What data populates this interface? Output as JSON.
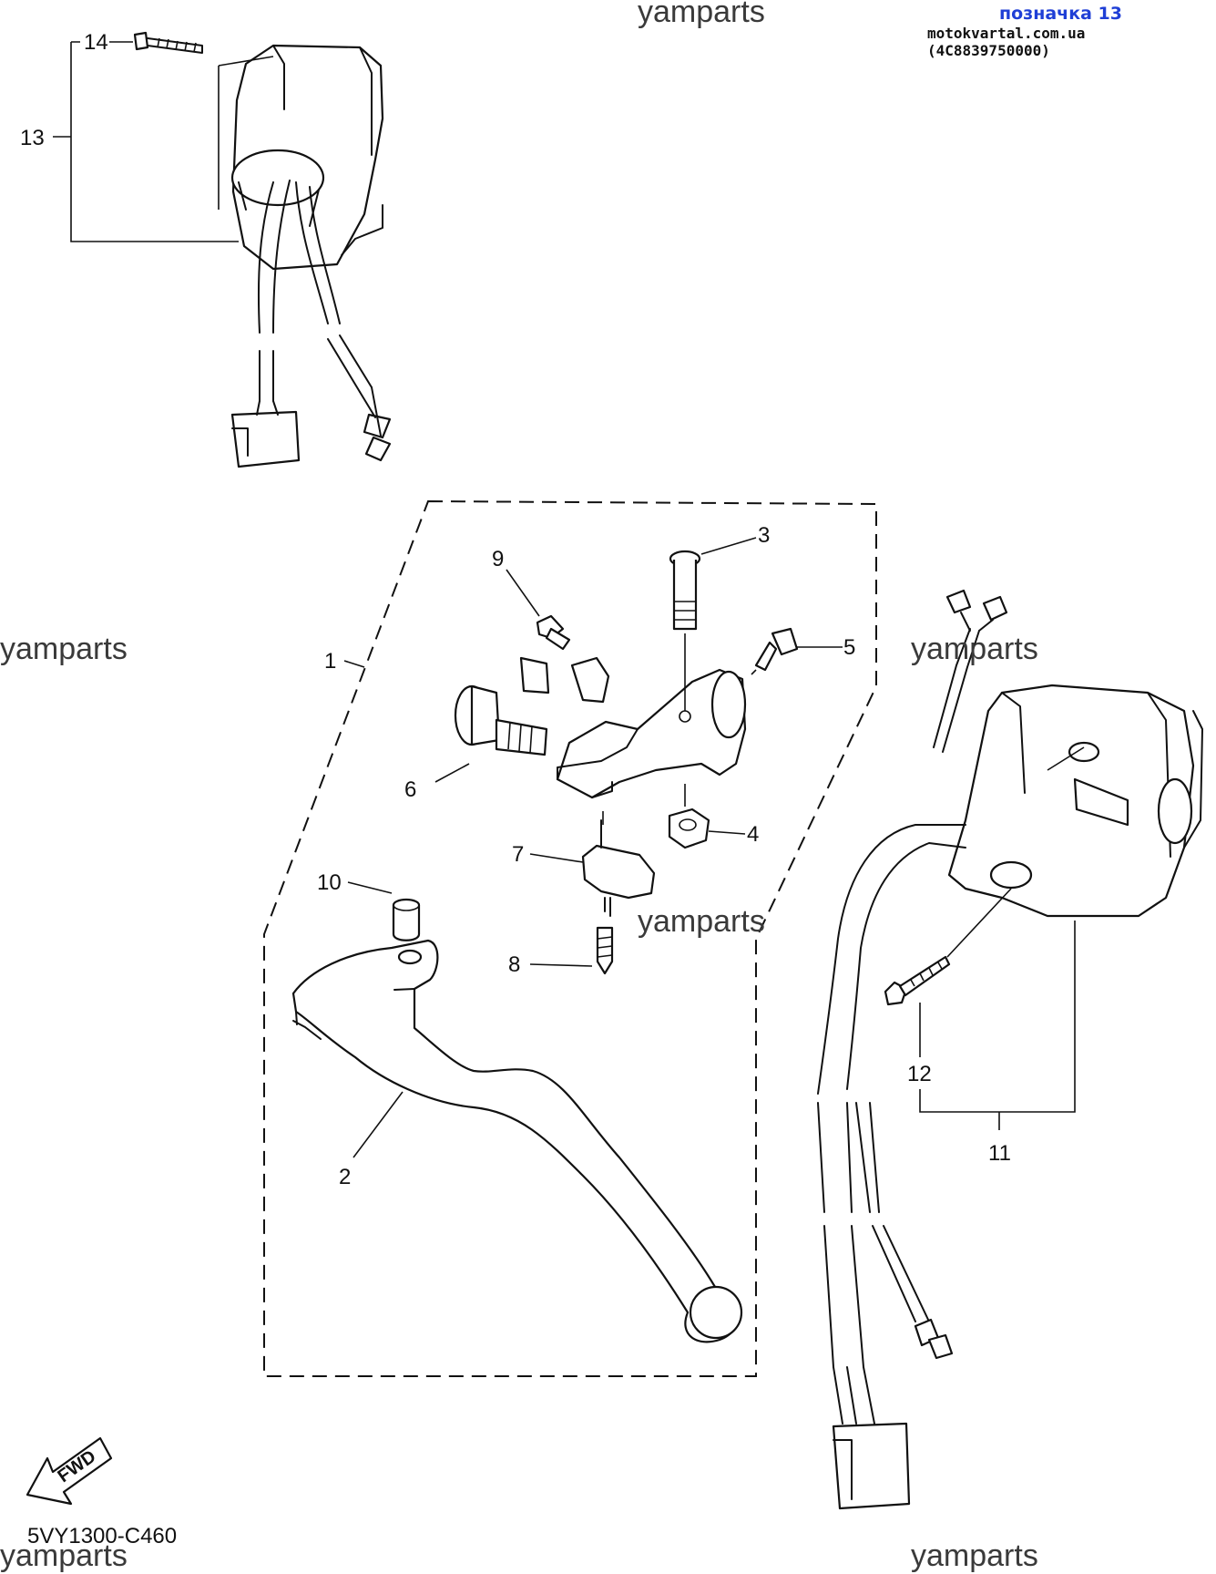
{
  "watermark": "yamparts",
  "tag": {
    "title": "позначка 13",
    "source": "motokvartal.com.ua (4C8839750000)"
  },
  "diagram_code": "5VY1300-C460",
  "fwd_label": "FWD",
  "callouts": {
    "c1": "1",
    "c2": "2",
    "c3": "3",
    "c4": "4",
    "c5": "5",
    "c6": "6",
    "c7": "7",
    "c8": "8",
    "c9": "9",
    "c10": "10",
    "c11": "11",
    "c12": "12",
    "c13": "13",
    "c14": "14"
  }
}
